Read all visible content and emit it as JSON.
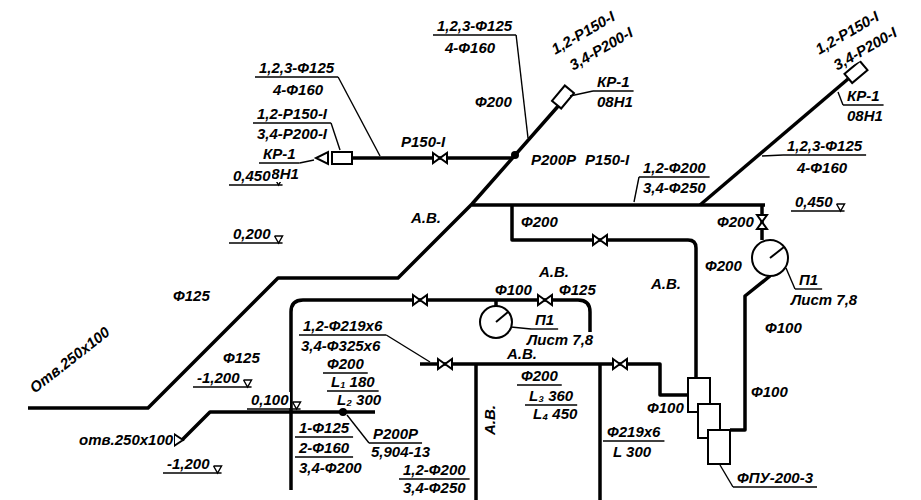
{
  "diagram": {
    "labels": [
      "1,2,3-Ф125",
      "4-Ф160",
      "1,2,3-Ф125",
      "4-Ф160",
      "1,2-Р150-I",
      "3,4-Р200-I",
      "КР-1",
      "08Н1",
      "Ф200",
      "1,2-Р150-I",
      "3,4-Р200-I",
      "КР-1",
      "08Н1",
      "Р150-I",
      "Р200Р",
      "Р150-I",
      "1,2-Р150-I",
      "3,4-Р200-I",
      "КР-1",
      "08Н1",
      "1,2,3-Ф125",
      "4-Ф160",
      "1,2-Ф200",
      "3,4-Ф250",
      "0,450",
      "Ф200",
      "А.В.",
      "Ф200",
      "0,450",
      "0,200",
      "А.В.",
      "Ф100",
      "Ф125",
      "Ф200",
      "П1",
      "Лист 7,8",
      "Ф100",
      "Отв.250х100",
      "Ф125",
      "П1",
      "Лист 7,8",
      "1,2-Ф219х6",
      "3,4-Ф325х6",
      "А.В.",
      "А.В.",
      "А.В.",
      "Ф125",
      "0,100",
      "Ф200",
      "L₁ 180",
      "L₂ 300",
      "Ф200",
      "L₃ 360",
      "L₄ 450",
      "Ф100",
      "Ф100",
      "-1,200",
      "отв.250х100",
      "-1,200",
      "1-Ф125",
      "2-Ф160",
      "3,4-Ф200",
      "Р200Р",
      "5,904-13",
      "Ф219х6",
      "L 300",
      "1,2-Ф200",
      "3,4-Ф250",
      "ФПУ-200-3"
    ]
  }
}
